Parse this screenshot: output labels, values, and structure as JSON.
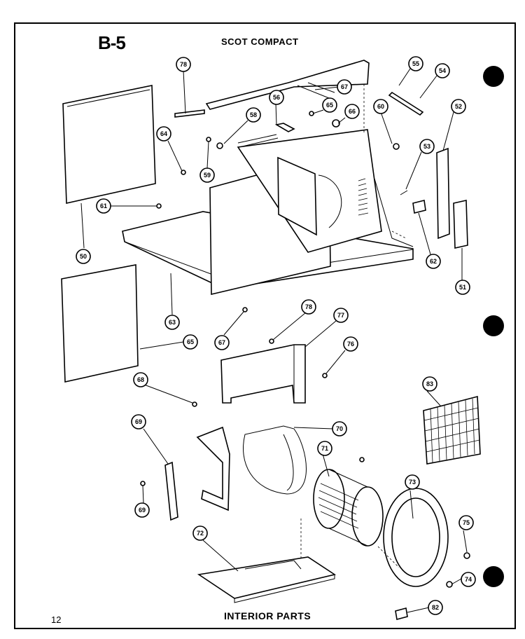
{
  "header": {
    "sheet_code": "B-5",
    "model_name": "SCOT COMPACT"
  },
  "footer": {
    "section_title": "INTERIOR PARTS",
    "page_number": "12"
  },
  "callouts": [
    "78",
    "67",
    "55",
    "54",
    "56",
    "58",
    "65",
    "66",
    "60",
    "52",
    "64",
    "59",
    "53",
    "61",
    "50",
    "63",
    "62",
    "51",
    "78",
    "77",
    "67",
    "65",
    "76",
    "68",
    "83",
    "69",
    "70",
    "71",
    "69",
    "73",
    "75",
    "72",
    "74",
    "82"
  ]
}
